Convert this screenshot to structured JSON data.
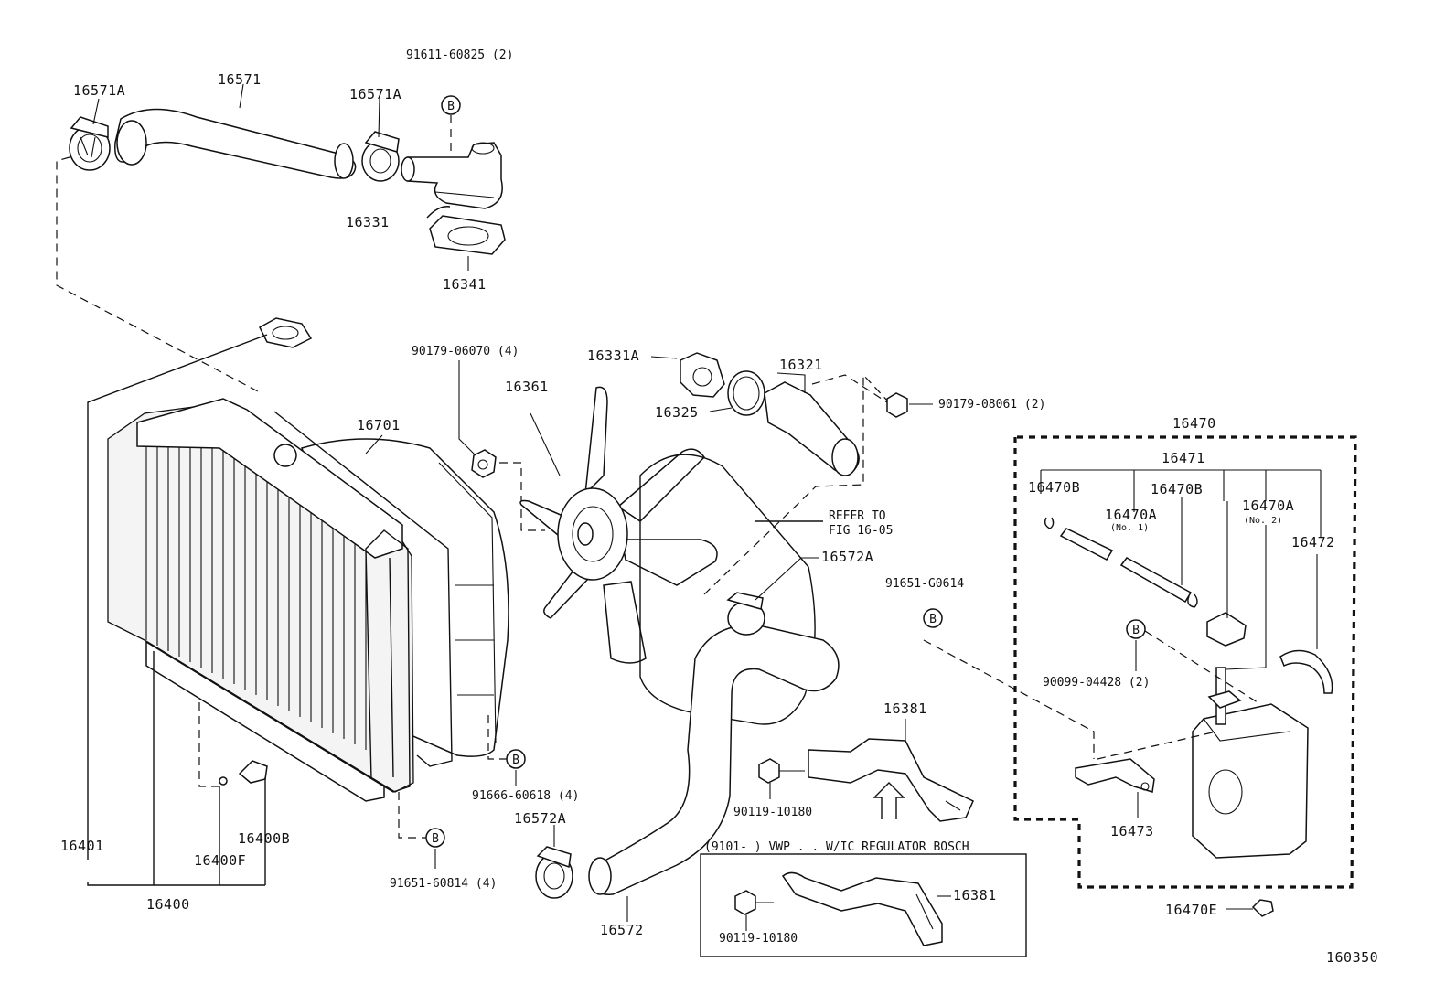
{
  "diagram_id": "160350",
  "colors": {
    "ink": "#111111",
    "paper": "#ffffff"
  },
  "bolt_marker": "B",
  "labels": {
    "p16571A_left": "16571A",
    "p16571": "16571",
    "p16571A_right": "16571A",
    "p91611": "91611-60825 (2)",
    "p16331": "16331",
    "p16341": "16341",
    "p90179_06070": "90179-06070 (4)",
    "p16331A": "16331A",
    "p16321": "16321",
    "p16361": "16361",
    "p16325": "16325",
    "p90179_08061": "90179-08061 (2)",
    "p16701": "16701",
    "refer_to": "REFER TO",
    "fig_ref": "FIG 16-05",
    "p16572A_top": "16572A",
    "p91651_G0614": "91651-G0614",
    "p16470": "16470",
    "p16471": "16471",
    "p16470B_left": "16470B",
    "p16470B_right": "16470B",
    "p16470A_no1": "16470A",
    "no1": "(No. 1)",
    "p16470A_no2": "16470A",
    "no2": "(No. 2)",
    "p16472": "16472",
    "p90099": "90099-04428 (2)",
    "p16381_top": "16381",
    "p90119_top": "90119-10180",
    "p16473": "16473",
    "p91666": "91666-60618 (4)",
    "p16572A_bottom": "16572A",
    "p16401": "16401",
    "p16400B": "16400B",
    "p16400F": "16400F",
    "p16400": "16400",
    "p91651_60814": "91651-60814 (4)",
    "p16572": "16572",
    "p16470E": "16470E",
    "inset_title": "(9101-         ) VWP . . W/IC REGULATOR BOSCH",
    "p16381_inset": "16381",
    "p90119_inset": "90119-10180"
  }
}
